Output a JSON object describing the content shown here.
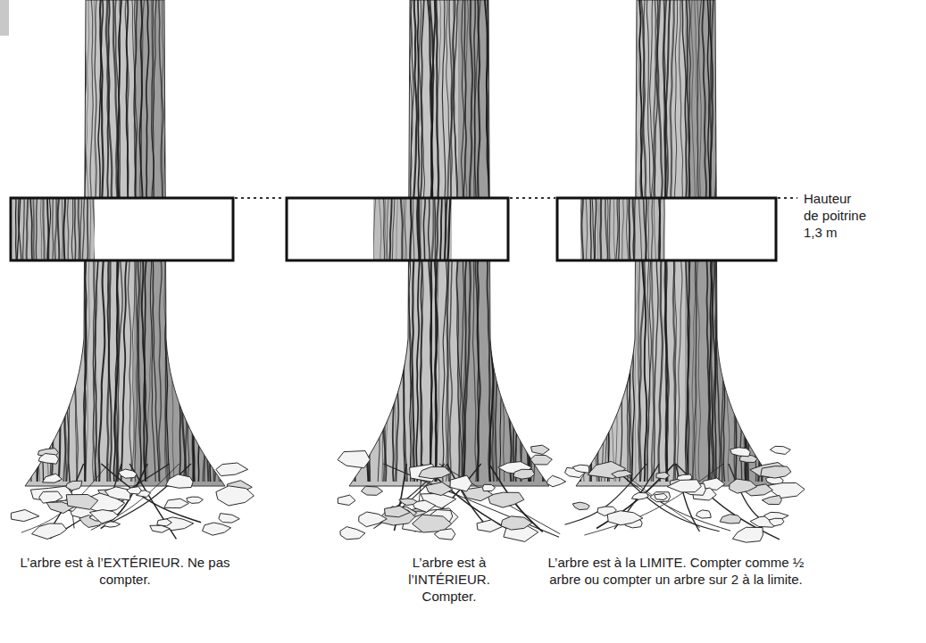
{
  "diagram": {
    "labels": [
      "Hauteur de poitrine 1,3 m",
      "L’arbre est à l’EXTÉRIEUR. Ne pas compter.",
      "L’arbre est à l’INTÉRIEUR. Compter.",
      "L’arbre est à la LIMITE. Compter comme ½ arbre ou compter un arbre sur 2 à la limite."
    ]
  }
}
